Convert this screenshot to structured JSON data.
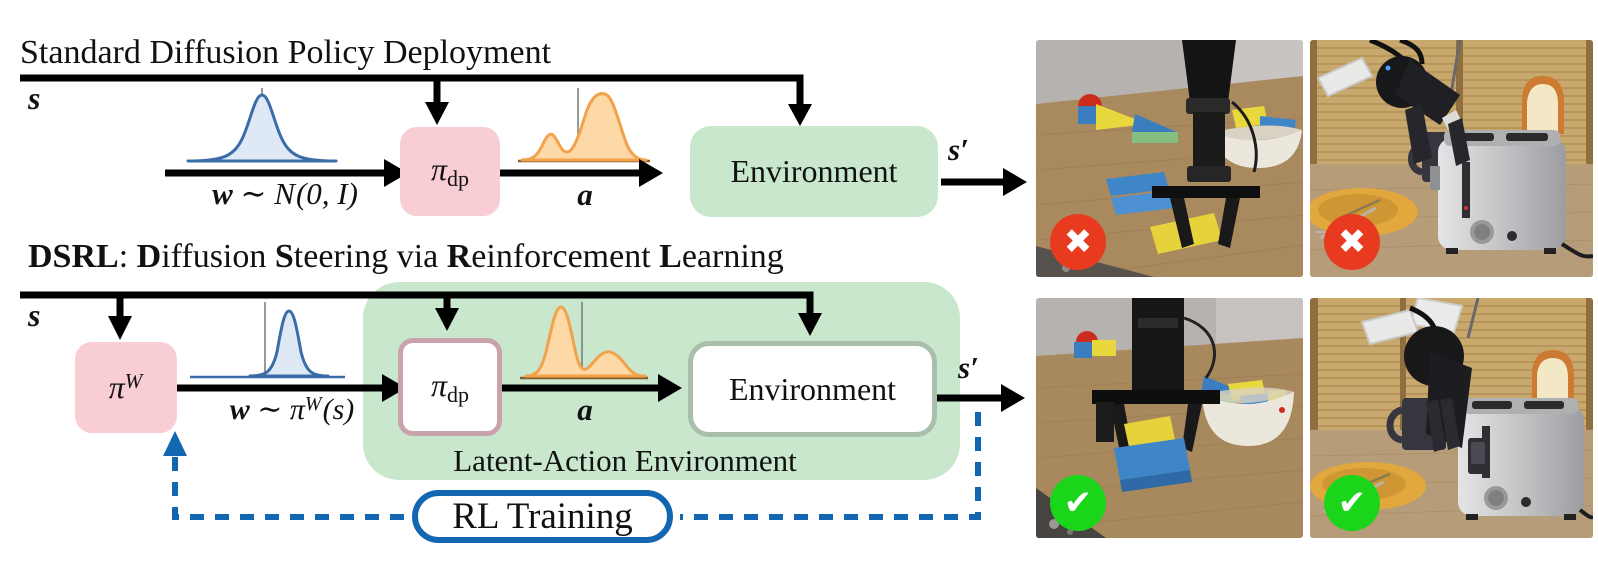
{
  "standard": {
    "title": "Standard Diffusion Policy Deployment",
    "state": "s",
    "noise_w": "w",
    "noise_sim": " ∼ ",
    "noise_dist": "N",
    "noise_args": "(0, I)",
    "policy_pi": "π",
    "policy_sub": "dp",
    "action": "a",
    "environment": "Environment",
    "next_state": "s′"
  },
  "dsrl": {
    "title_dsrl": "DSRL",
    "title_colon": ": ",
    "title_d": "D",
    "title_d_rest": "iffusion ",
    "title_s": "S",
    "title_s_rest": "teering via ",
    "title_r": "R",
    "title_r_rest": "einforcement ",
    "title_l": "L",
    "title_l_rest": "earning",
    "state": "s",
    "latent_policy_pi": "π",
    "latent_policy_sup": "W",
    "noise_w": "w",
    "noise_sim": " ∼ ",
    "noise_pi": "π",
    "noise_sup": "W",
    "noise_args": "(s)",
    "policy_pi": "π",
    "policy_sub": "dp",
    "action": "a",
    "environment": "Environment",
    "container_label": "Latent-Action Environment",
    "next_state": "s′",
    "rl_training": "RL Training"
  },
  "photos": [
    {
      "outcome": "failure",
      "badge": "✖",
      "alt": "Robot arm over scattered blocks on wooden table"
    },
    {
      "outcome": "failure",
      "badge": "✖",
      "alt": "Robot arm missing the toaster lever"
    },
    {
      "outcome": "success",
      "badge": "✔",
      "alt": "Robot arm stacking blocks beside bowl"
    },
    {
      "outcome": "success",
      "badge": "✔",
      "alt": "Robot arm pressing the toaster lever"
    }
  ],
  "colors": {
    "policy_fill": "#f8cdd3",
    "policy_border": "#c9a2ab",
    "env_fill": "#c9e7cc",
    "env_border": "#a9bfac",
    "flow_black": "#000000",
    "rl_blue": "#1366b2",
    "noise_curve_stroke": "#3a6da8",
    "noise_curve_fill": "#dfe9f5",
    "action_curve_stroke": "#f2a24a",
    "action_curve_fill": "#fcd9a6",
    "action_baseline": "#8a5a2b",
    "failure_red": "#e83a1e",
    "success_green": "#1ad51a"
  }
}
